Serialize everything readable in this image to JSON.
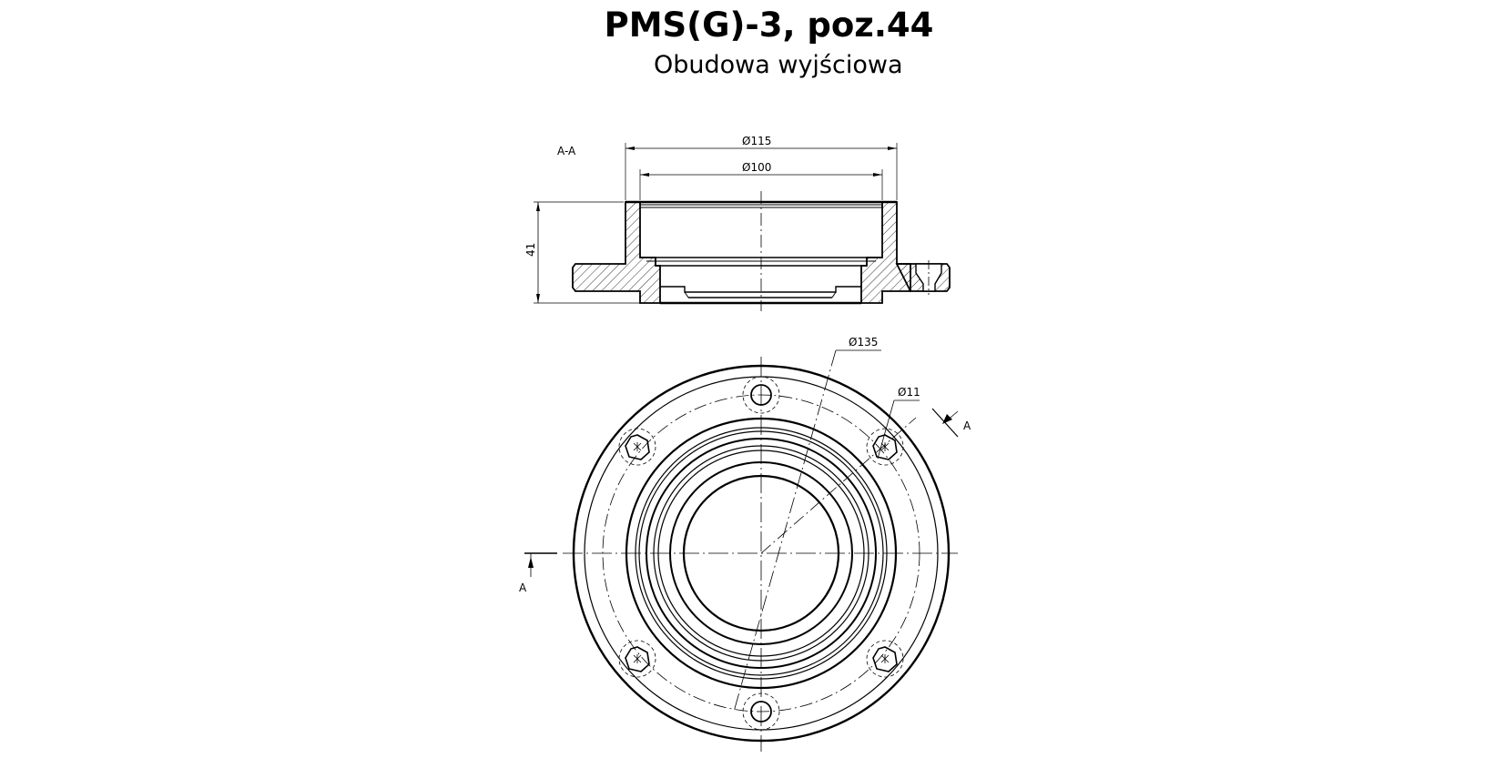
{
  "title": "PMS(G)-3, poz.44",
  "subtitle": "Obudowa wyjściowa",
  "section_label": "A-A",
  "dimensions": {
    "d115": "Ø115",
    "d100": "Ø100",
    "h41": "41",
    "d135": "Ø135",
    "d11": "Ø11"
  },
  "section_marks": {
    "right": "A",
    "left": "A"
  }
}
